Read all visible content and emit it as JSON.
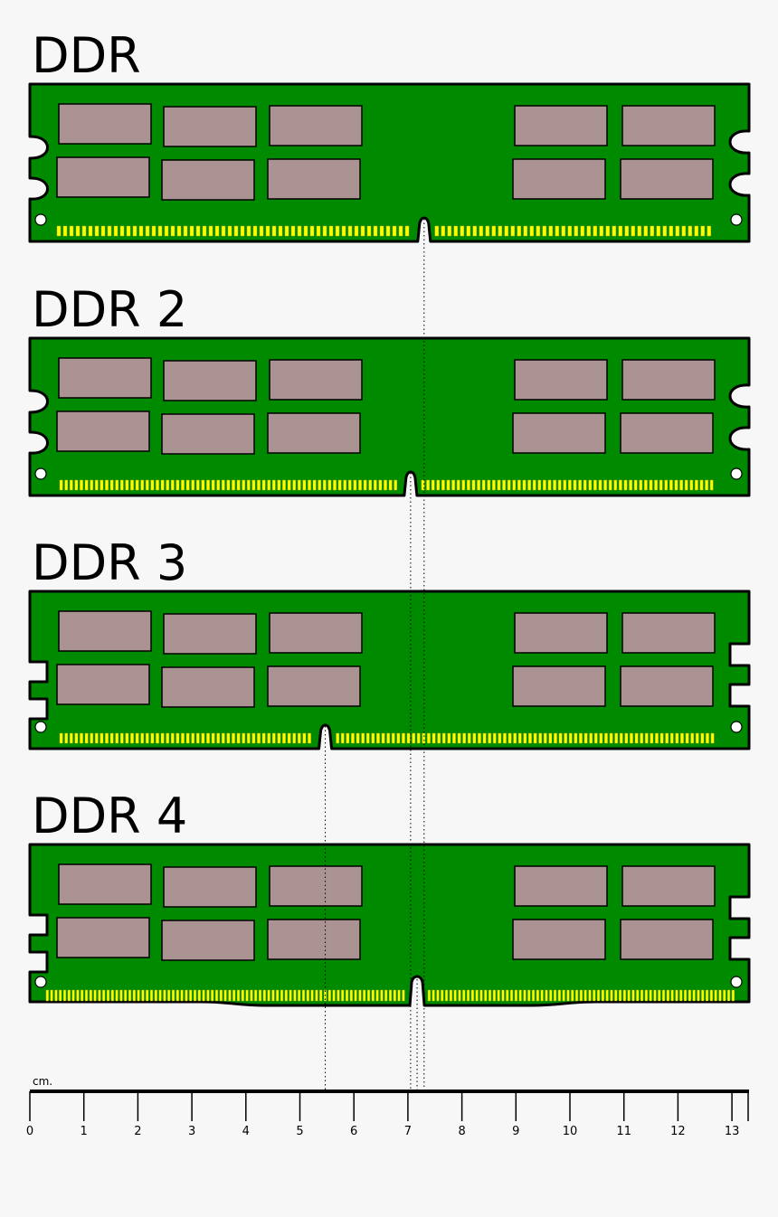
{
  "modules": [
    {
      "name": "DDR",
      "notch_cm": 7.3
    },
    {
      "name": "DDR 2",
      "notch_cm": 7.05
    },
    {
      "name": "DDR 3",
      "notch_cm": 5.47
    },
    {
      "name": "DDR 4",
      "notch_cm": 7.17
    }
  ],
  "ruler": {
    "unit": "cm.",
    "ticks": [
      "0",
      "1",
      "2",
      "3",
      "4",
      "5",
      "6",
      "7",
      "8",
      "9",
      "10",
      "11",
      "12",
      "13"
    ]
  },
  "colors": {
    "pcb": "#008a00",
    "chip": "#ac9393",
    "pin": "#ffff00",
    "outline": "#000000",
    "background": "#f7f7f7"
  }
}
